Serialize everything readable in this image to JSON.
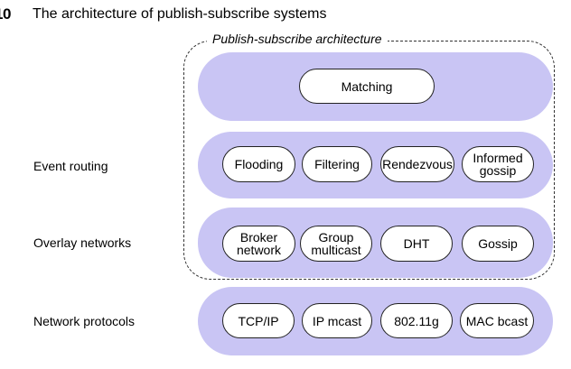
{
  "figure": {
    "number": "10",
    "title": "The architecture of publish-subscribe systems"
  },
  "frame": {
    "label": "Publish-subscribe architecture"
  },
  "layers": [
    {
      "label": "",
      "boxes": [
        "Matching"
      ]
    },
    {
      "label": "Event routing",
      "boxes": [
        "Flooding",
        "Filtering",
        "Rendezvous",
        "Informed\ngossip"
      ]
    },
    {
      "label": "Overlay networks",
      "boxes": [
        "Broker\nnetwork",
        "Group\nmulticast",
        "DHT",
        "Gossip"
      ]
    },
    {
      "label": "Network protocols",
      "boxes": [
        "TCP/IP",
        "IP mcast",
        "802.11g",
        "MAC bcast"
      ]
    }
  ],
  "colors": {
    "band": "#c9c5f4",
    "box": "#ffffff",
    "border": "#222222"
  }
}
